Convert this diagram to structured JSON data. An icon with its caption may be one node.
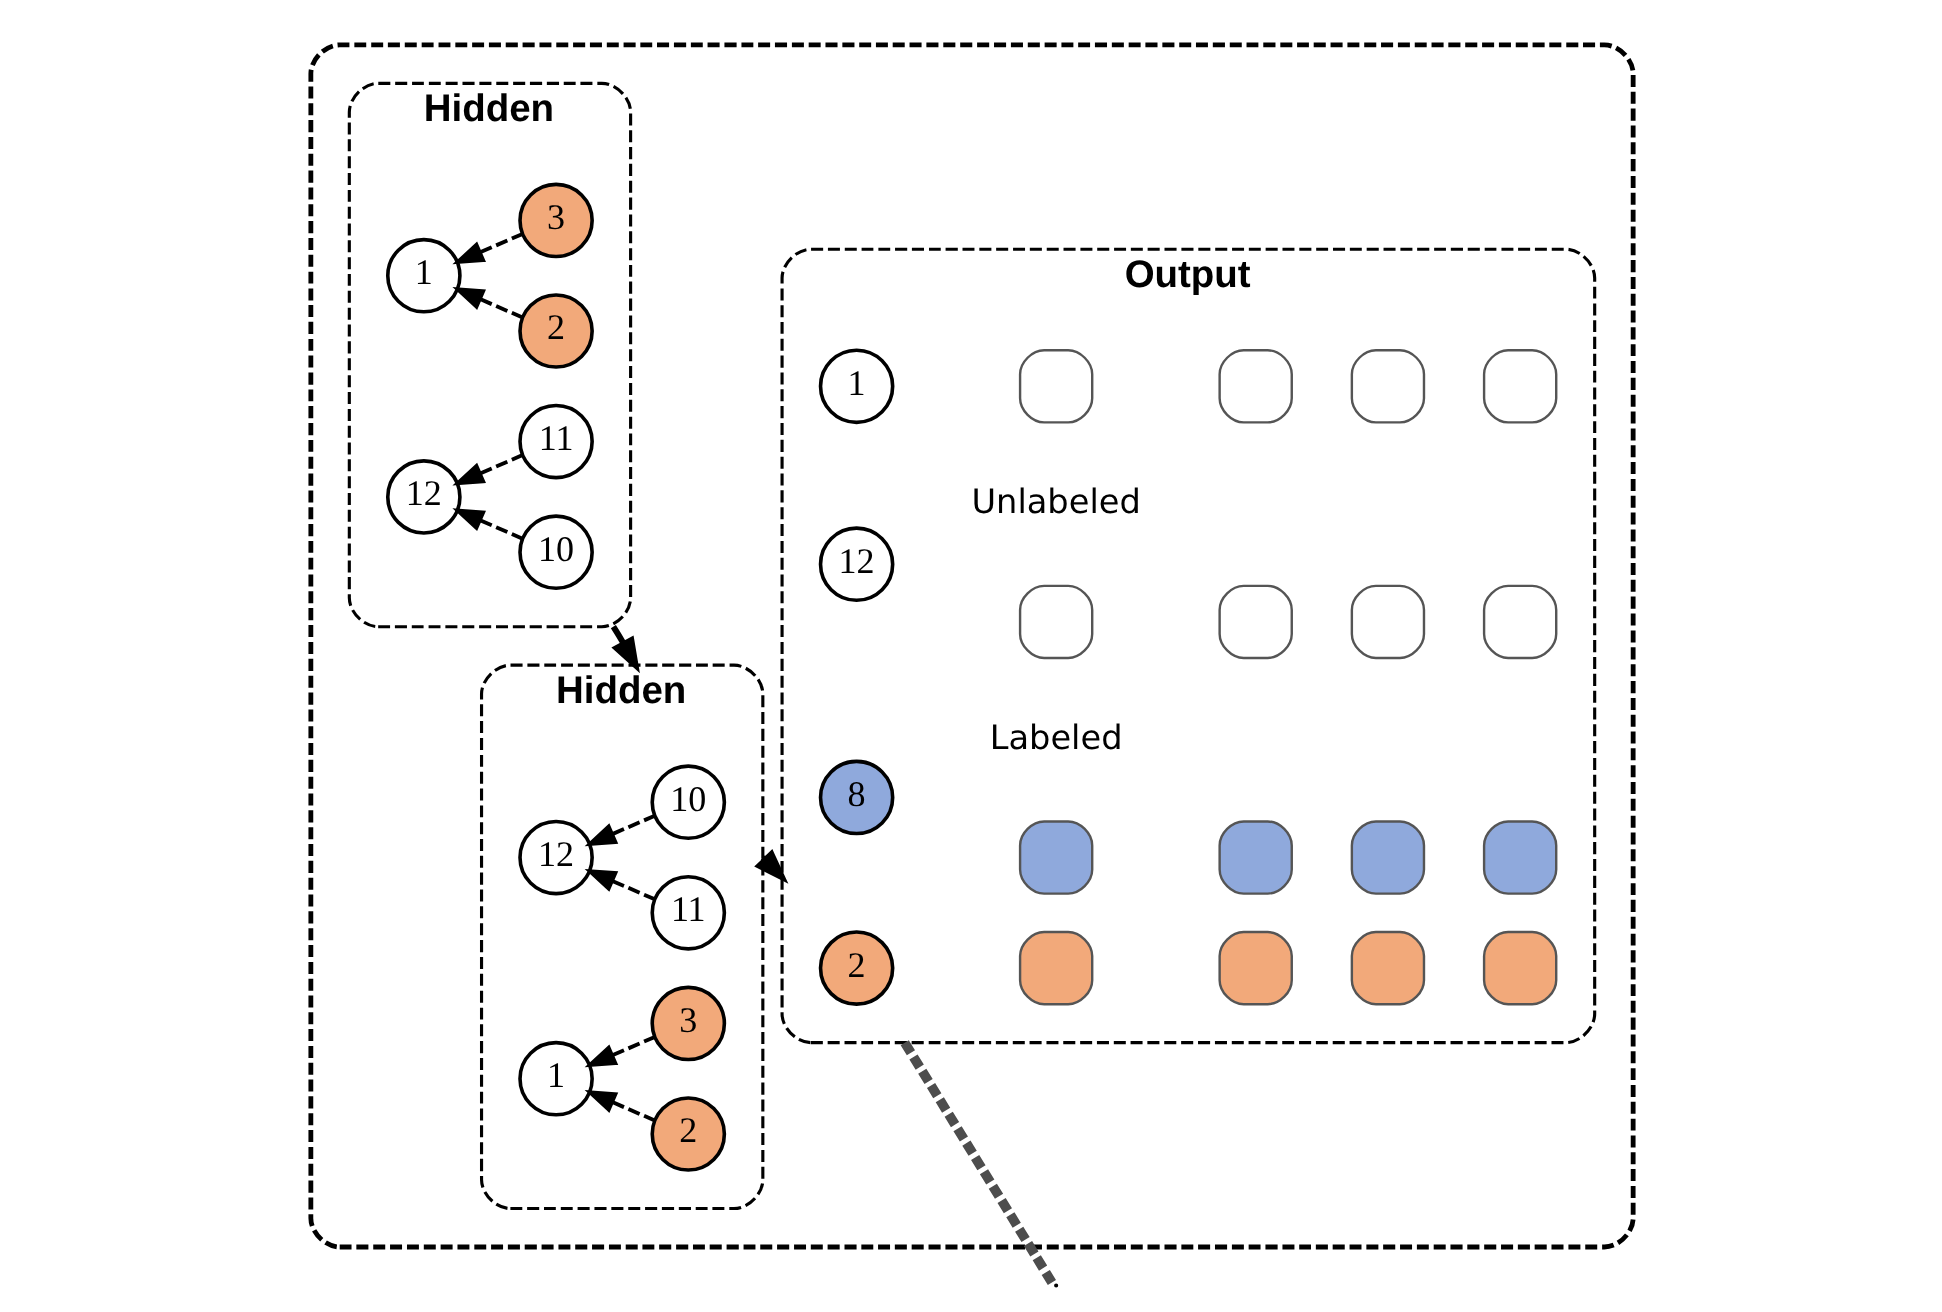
{
  "diagram": {
    "nodes": [
      {
        "text": [],
        "shape": "box"
      },
      {
        "text": [
          "Hidden"
        ],
        "in": 0
      },
      {
        "text": [
          "2"
        ],
        "in": 1
      },
      {
        "text": [
          "1"
        ],
        "in": 1
      },
      {
        "text": [
          "3"
        ],
        "in": 1
      },
      {
        "text": [
          "10"
        ],
        "in": 1
      },
      {
        "text": [
          "12"
        ],
        "in": 1
      },
      {
        "text": [
          "11"
        ],
        "in": 1
      },
      {
        "text": [
          "Hidden"
        ],
        "in": 0
      },
      {
        "text": [
          "2"
        ],
        "in": 8
      },
      {
        "text": [
          "1"
        ],
        "in": 8
      },
      {
        "text": [
          "3"
        ],
        "in": 8
      },
      {
        "text": [
          "10"
        ],
        "in": 8
      },
      {
        "text": [
          "12"
        ],
        "in": 8
      },
      {
        "text": [
          "11"
        ],
        "in": 8
      },
      {
        "text": [
          "Output"
        ],
        "in": 0
      },
      {
        "text": [
          "1"
        ],
        "in": 15
      },
      {
        "text": [],
        "shape": "box",
        "in": 15
      },
      {
        "text": [],
        "shape": "box",
        "in": 15
      },
      {
        "text": [],
        "shape": "box",
        "in": 15
      },
      {
        "text": [],
        "shape": "box",
        "in": 15
      },
      {
        "text": [
          "12"
        ],
        "in": 15
      },
      {
        "text": [],
        "shape": "box",
        "in": 15
      },
      {
        "text": [],
        "shape": "box",
        "in": 15
      },
      {
        "text": [],
        "shape": "box",
        "in": 15
      },
      {
        "text": [],
        "shape": "box",
        "in": 15
      },
      {
        "text": [
          "2"
        ],
        "in": 15
      },
      {
        "text": [],
        "shape": "box",
        "in": 15
      },
      {
        "text": [],
        "shape": "box",
        "in": 15
      },
      {
        "text": [],
        "shape": "box",
        "in": 15
      },
      {
        "text": [],
        "shape": "box",
        "in": 15
      },
      {
        "text": [
          "8"
        ],
        "in": 15
      },
      {
        "text": [],
        "shape": "box",
        "in": 15
      },
      {
        "text": [],
        "shape": "box",
        "in": 15
      },
      {
        "text": [],
        "shape": "box",
        "in": 15
      },
      {
        "text": [],
        "shape": "box",
        "in": 15
      }
    ],
    "edges": [
      {
        "from": 2,
        "to": 3,
        "arrow": "to",
        "style": "dashed"
      },
      {
        "from": 4,
        "to": 3,
        "arrow": "to",
        "style": "dashed"
      },
      {
        "from": 5,
        "to": 6,
        "arrow": "to",
        "style": "dashed"
      },
      {
        "from": 7,
        "to": 6,
        "arrow": "to",
        "style": "dashed"
      },
      {
        "from": 9,
        "to": 10,
        "arrow": "to",
        "style": "dashed"
      },
      {
        "from": 11,
        "to": 10,
        "arrow": "to",
        "style": "dashed"
      },
      {
        "from": 12,
        "to": 13,
        "arrow": "to",
        "style": "dashed"
      },
      {
        "from": 14,
        "to": 13,
        "arrow": "to",
        "style": "dashed"
      },
      {
        "from": 1,
        "to": 8,
        "arrow": "to"
      },
      {
        "from": 8,
        "to": 15,
        "arrow": "to"
      },
      {
        "from": 15,
        "to": null,
        "arrow": "none",
        "style": "dashed",
        "color": "#4d4d4d"
      }
    ],
    "labels": [
      "Unlabeled",
      "Labeled"
    ]
  }
}
